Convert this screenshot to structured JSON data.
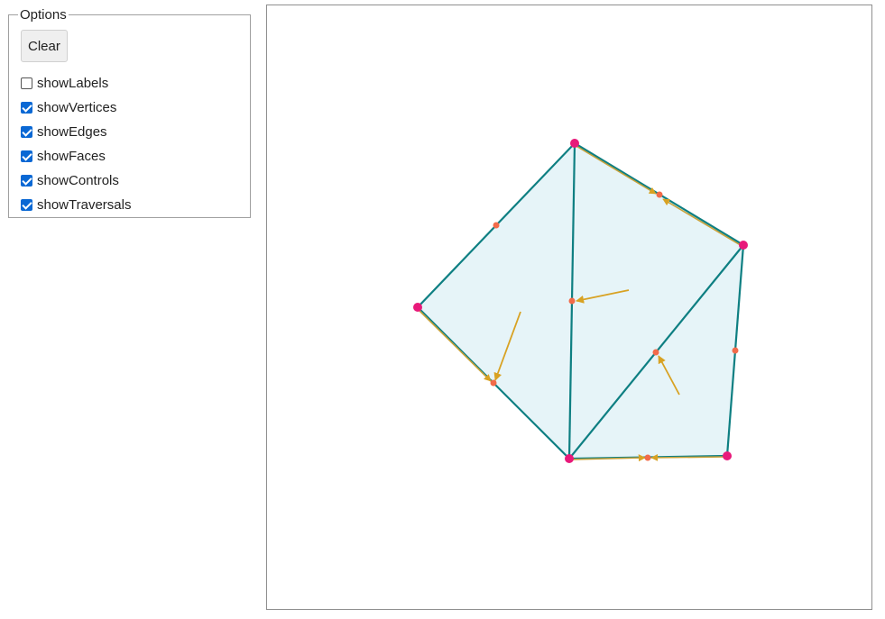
{
  "options": {
    "legend": "Options",
    "clear_label": "Clear",
    "checkboxes": [
      {
        "label": "showLabels",
        "checked": false
      },
      {
        "label": "showVertices",
        "checked": true
      },
      {
        "label": "showEdges",
        "checked": true
      },
      {
        "label": "showFaces",
        "checked": true
      },
      {
        "label": "showControls",
        "checked": true
      },
      {
        "label": "showTraversals",
        "checked": true
      }
    ]
  },
  "colors": {
    "face_fill": "#e6f4f8",
    "edge": "#0e7f82",
    "vertex": "#e8197a",
    "edge_midpoint": "#f26b4a",
    "traversal": "#d8a223",
    "checkbox_checked": "#0a68d4"
  },
  "icons": {
    "checkbox_checked": "checkmark-icon",
    "traversal_arrow": "arrow-icon"
  }
}
